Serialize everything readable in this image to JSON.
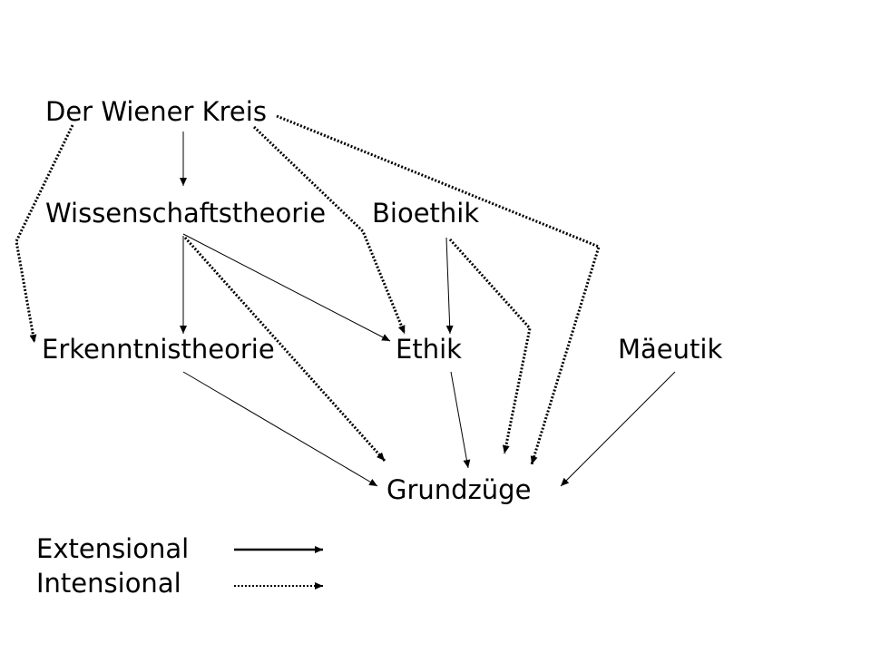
{
  "nodes": {
    "wiener_kreis": "Der Wiener Kreis",
    "wissenschaftstheorie": "Wissenschaftstheorie",
    "bioethik": "Bioethik",
    "erkenntnistheorie": "Erkenntnistheorie",
    "ethik": "Ethik",
    "maeeutik": "Mäeutik",
    "grundzuege": "Grundzüge"
  },
  "legend": {
    "extensional": "Extensional",
    "intensional": "Intensional"
  },
  "colors": {
    "line": "#000000",
    "background": "#ffffff"
  }
}
